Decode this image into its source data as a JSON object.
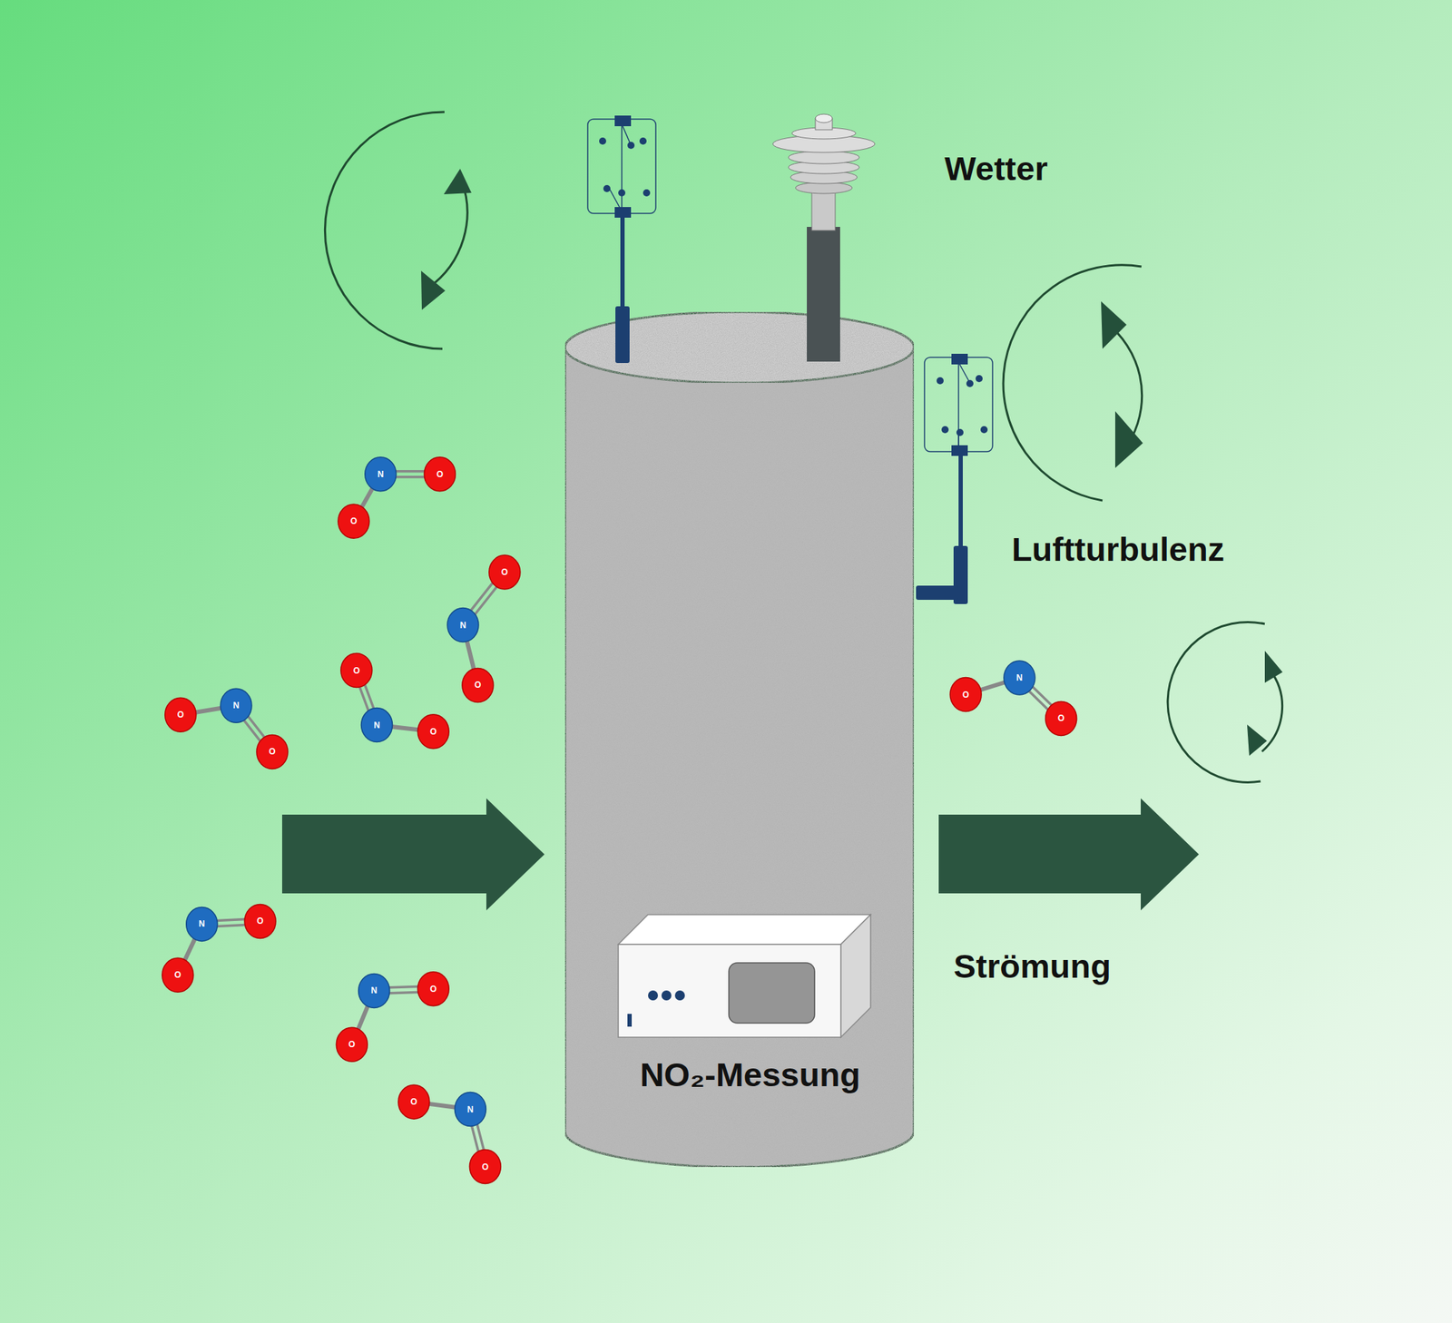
{
  "diagram": {
    "nodes": [
      {
        "text": [
          "NO₂-Messung"
        ]
      }
    ],
    "labels": [
      "Wetter",
      "Luftturbulenz",
      "Strömung",
      "N",
      "O",
      "O",
      "N",
      "O",
      "O",
      "N",
      "O",
      "O",
      "N",
      "O",
      "O",
      "N",
      "O",
      "O",
      "N",
      "O",
      "O",
      "N",
      "O",
      "O",
      "N",
      "O",
      "O"
    ]
  }
}
